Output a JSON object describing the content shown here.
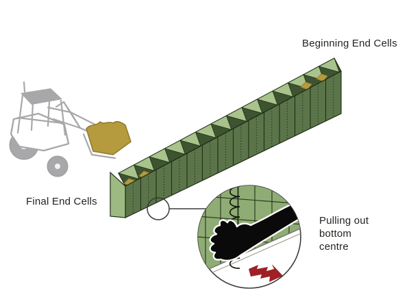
{
  "figure": {
    "type": "instructional-diagram",
    "subject": "Filling cellular barrier end cells with a backhoe loader and pulling out the bottom centre coil",
    "labels": {
      "beginning_end_cells": "Beginning End Cells",
      "final_end_cells": "Final End Cells",
      "callout_lines": [
        "Pulling out",
        "bottom",
        "centre"
      ]
    },
    "barrier": {
      "cells_visible": 14,
      "sand_filled_cells_final_end": 2,
      "sand_filled_cells_beginning_end": 2
    },
    "icons": [
      "backhoe-loader-icon",
      "sand-bucket-icon",
      "barrier-row-icon",
      "magnifier-source-circle-icon",
      "magnifier-inset-circle-icon",
      "coil-pin-icon",
      "pulling-hand-icon",
      "direction-arrow-icon"
    ],
    "colors": {
      "background": "#ffffff",
      "text": "#1e231b",
      "barrier_front_green": "#5b7449",
      "barrier_top_dark_green": "#3e5430",
      "barrier_light_green": "#a8c38c",
      "barrier_cap_light_green": "#9eba83",
      "barrier_outline": "#1f2e16",
      "sand_gold": "#b69a3e",
      "sand_edge": "#8f7a2b",
      "mesh_green": "#8fac74",
      "mesh_line": "#2b3b22",
      "arrow_red": "#9e2126",
      "tractor_gray": "#a8a8aa",
      "line_dark": "#3a3a3a"
    }
  }
}
